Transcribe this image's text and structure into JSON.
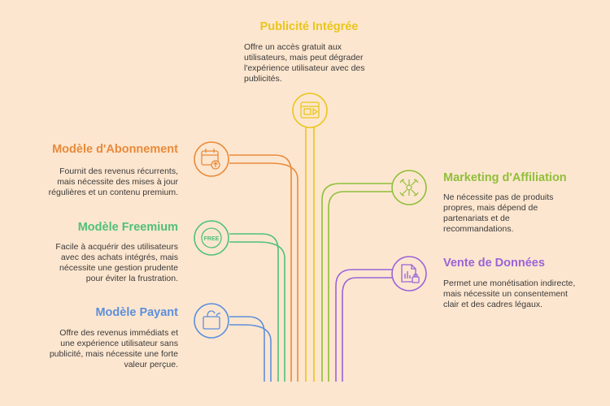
{
  "colors": {
    "background": "#fde6cf",
    "publicite": "#e9c61a",
    "abonnement": "#e98a3a",
    "freemium": "#4fc07a",
    "payant": "#5b8fdc",
    "affiliation": "#8fbf3a",
    "donnees": "#9a63d8"
  },
  "items": {
    "publicite": {
      "title": "Publicité Intégrée",
      "desc": "Offre un accès gratuit aux utilisateurs, mais peut dégrader l'expérience utilisateur avec des publicités.",
      "icon": "ad-window-icon"
    },
    "abonnement": {
      "title": "Modèle d'Abonnement",
      "desc": "Fournit des revenus récurrents, mais nécessite des mises à jour régulières et un contenu premium.",
      "icon": "calendar-arrow-icon"
    },
    "freemium": {
      "title": "Modèle Freemium",
      "desc": "Facile à acquérir des utilisateurs avec des achats intégrés, mais nécessite une gestion prudente pour éviter la frustration.",
      "icon": "free-badge-icon",
      "badge_text": "FREE"
    },
    "payant": {
      "title": "Modèle Payant",
      "desc": "Offre des revenus immédiats et une expérience utilisateur sans publicité, mais nécessite une forte valeur perçue.",
      "icon": "shopping-bag-icon"
    },
    "affiliation": {
      "title": "Marketing d'Affiliation",
      "desc": "Ne nécessite pas de produits propres, mais dépend de partenariats et de recommandations.",
      "icon": "network-hub-icon"
    },
    "donnees": {
      "title": "Vente de Données",
      "desc": "Permet une monétisation indirecte, mais nécessite un consentement clair et des cadres légaux.",
      "icon": "data-report-lock-icon"
    }
  }
}
